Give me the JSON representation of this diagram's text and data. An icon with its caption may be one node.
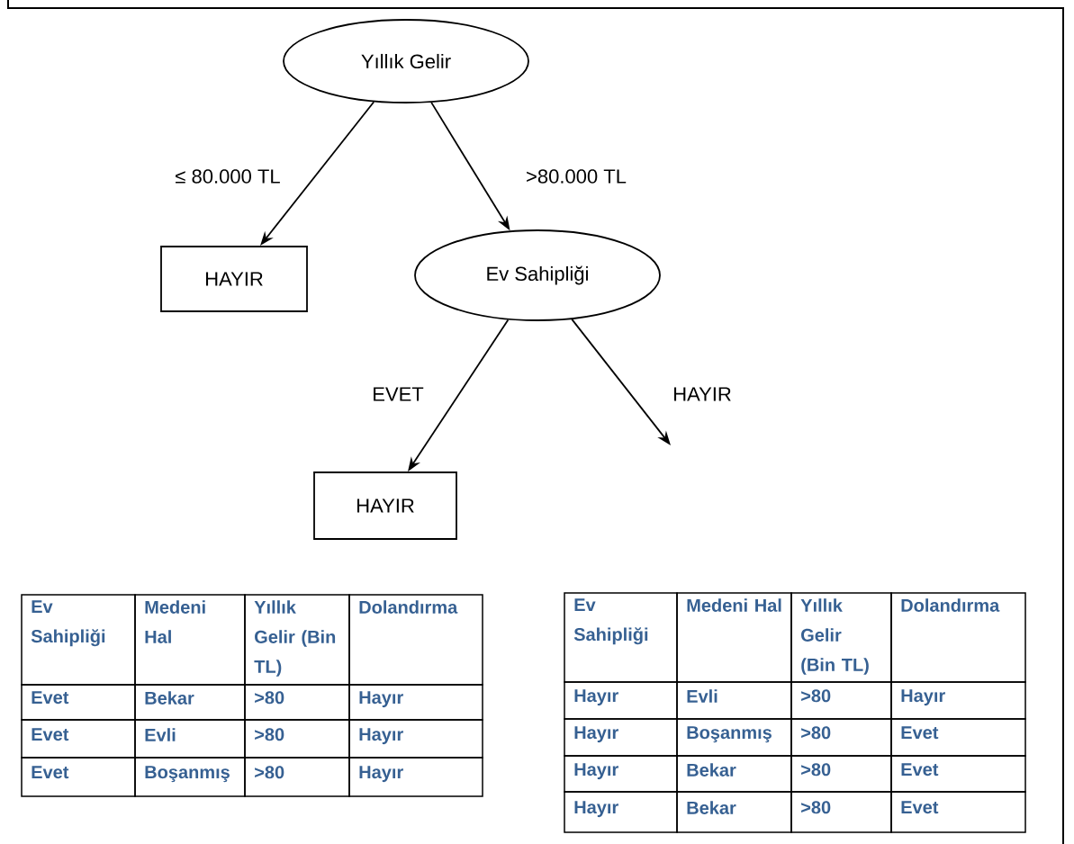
{
  "diagram": {
    "nodes": [
      {
        "text": [
          "Yıllık Gelir"
        ]
      },
      {
        "text": [
          "HAYIR"
        ]
      },
      {
        "text": [
          "Ev Sahipliği"
        ]
      },
      {
        "text": [
          "HAYIR"
        ]
      }
    ],
    "edges": [
      {
        "from": 0,
        "to": 1,
        "arrow": "to",
        "label": "≤ 80.000 TL"
      },
      {
        "from": 0,
        "to": 2,
        "arrow": "to",
        "label": ">80.000 TL"
      },
      {
        "from": 2,
        "to": 3,
        "arrow": "to",
        "label": "EVET"
      },
      {
        "from": 2,
        "to": null,
        "arrow": "to",
        "label": "HAYIR"
      }
    ],
    "labels": [
      "Ev Sahipliği",
      "Medeni Hal",
      "Yıllık Gelir (Bin TL)",
      "Dolandırma",
      "Evet",
      "Bekar",
      ">80",
      "Hayır",
      "Evet",
      "Evli",
      ">80",
      "Hayır",
      "Evet",
      "Boşanmış",
      ">80",
      "Hayır",
      "Ev Sahipliği",
      "Medeni Hal",
      "Yıllık Gelir (Bin TL)",
      "Dolandırma",
      "Hayır",
      "Evli",
      ">80",
      "Hayır",
      "Hayır",
      "Boşanmış",
      ">80",
      "Evet",
      "Hayır",
      "Bekar",
      ">80",
      "Evet",
      "Hayır",
      "Bekar",
      ">80",
      "Evet"
    ]
  }
}
